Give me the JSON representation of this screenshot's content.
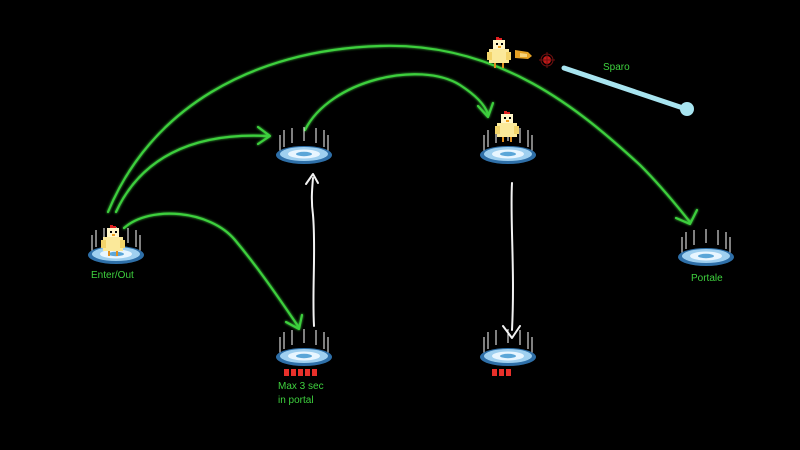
{
  "labels": {
    "enter_out": "Enter/Out",
    "portale": "Portale",
    "sparo": "Sparo",
    "max_line1": "Max 3 sec",
    "max_line2": "in portal"
  },
  "timers": {
    "bottom_left_blocks": 5,
    "bottom_right_blocks": 3
  },
  "colors": {
    "background": "#000000",
    "green_arrow": "#3ecf3e",
    "white_arrow": "#f2f2f2",
    "label_green": "#3ed13e",
    "timer_red": "#e8302a",
    "beam": "#a8e4f0",
    "portal_blue": "#5aa6d8"
  },
  "icons": {
    "portal": "portal-icon",
    "chicken": "chicken-icon",
    "crosshair": "crosshair-icon"
  }
}
